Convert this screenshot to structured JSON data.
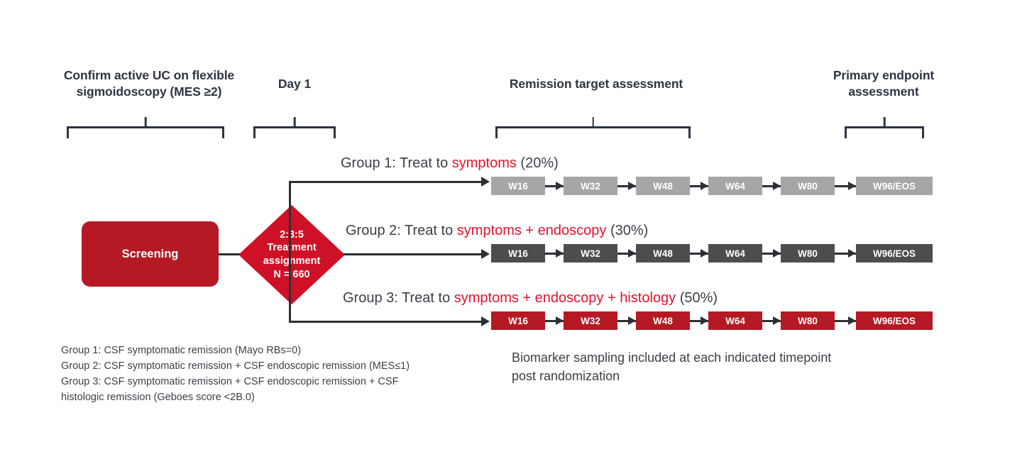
{
  "headers": [
    {
      "id": "confirm-active-uc",
      "line1": "Confirm active UC on flexible",
      "line2": "sigmoidoscopy (MES ≥2)"
    },
    {
      "id": "day-1",
      "line1": "Day 1",
      "line2": ""
    },
    {
      "id": "remission-target",
      "line1": "Remission target assessment",
      "line2": ""
    },
    {
      "id": "primary-endpoint",
      "line1": "Primary endpoint",
      "line2": "assessment"
    }
  ],
  "screening": {
    "label": "Screening",
    "color": "#B51924"
  },
  "randomization": {
    "line1": "2:3:5",
    "line2": "Treatment",
    "line3": "assignment",
    "line4": "N = 660",
    "color": "#CE1126"
  },
  "groups": [
    {
      "id": "group-1",
      "prefix": "Group 1: Treat to ",
      "highlight": "symptoms",
      "suffix": " (20%)",
      "box_color": "#A6A6A6",
      "timepoints": [
        "W16",
        "W32",
        "W48",
        "W64",
        "W80",
        "W96/EOS"
      ]
    },
    {
      "id": "group-2",
      "prefix": "Group 2: Treat to ",
      "highlight": "symptoms + endoscopy",
      "suffix": "  (30%)",
      "box_color": "#4D4D4D",
      "timepoints": [
        "W16",
        "W32",
        "W48",
        "W64",
        "W80",
        "W96/EOS"
      ]
    },
    {
      "id": "group-3",
      "prefix": "Group 3: Treat to ",
      "highlight": "symptoms + endoscopy + histology",
      "suffix": "  (50%)",
      "box_color": "#B51924",
      "timepoints": [
        "W16",
        "W32",
        "W48",
        "W64",
        "W80",
        "W96/EOS"
      ]
    }
  ],
  "footnotes": {
    "line1": "Group 1: CSF symptomatic remission (Mayo RBs=0)",
    "line2": "Group 2: CSF symptomatic remission + CSF endoscopic remission (MES≤1)",
    "line3": "Group 3: CSF symptomatic remission + CSF endoscopic remission + CSF",
    "line4": "histologic remission (Geboes score <2B.0)"
  },
  "biomarker_note": {
    "line1": "Biomarker sampling included at each indicated timepoint",
    "line2": "post randomization"
  }
}
